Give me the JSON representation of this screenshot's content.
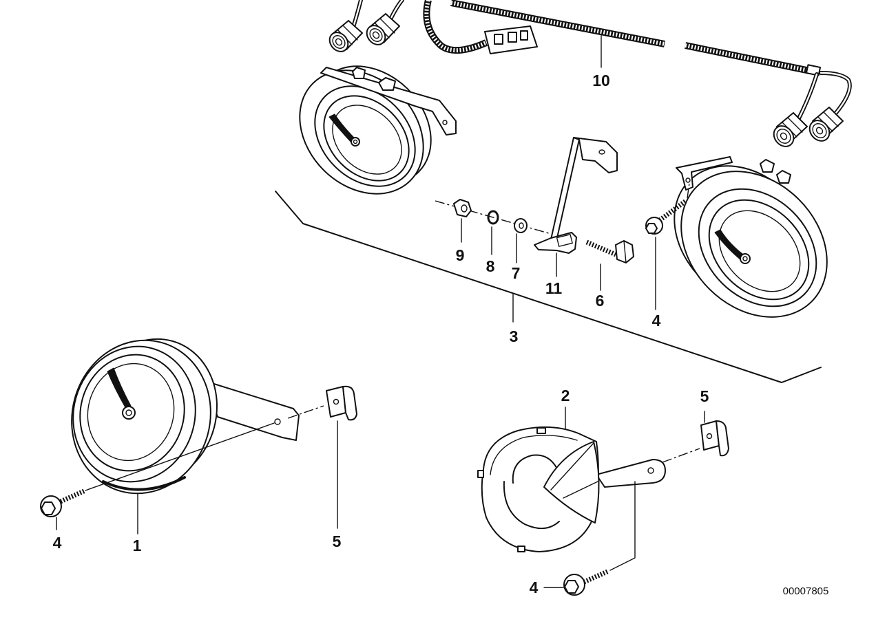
{
  "diagram": {
    "callouts": [
      "10",
      "9",
      "8",
      "7",
      "11",
      "6",
      "4",
      "3",
      "2",
      "5",
      "1",
      "5",
      "4",
      "4"
    ],
    "reference_number": "00007805"
  }
}
